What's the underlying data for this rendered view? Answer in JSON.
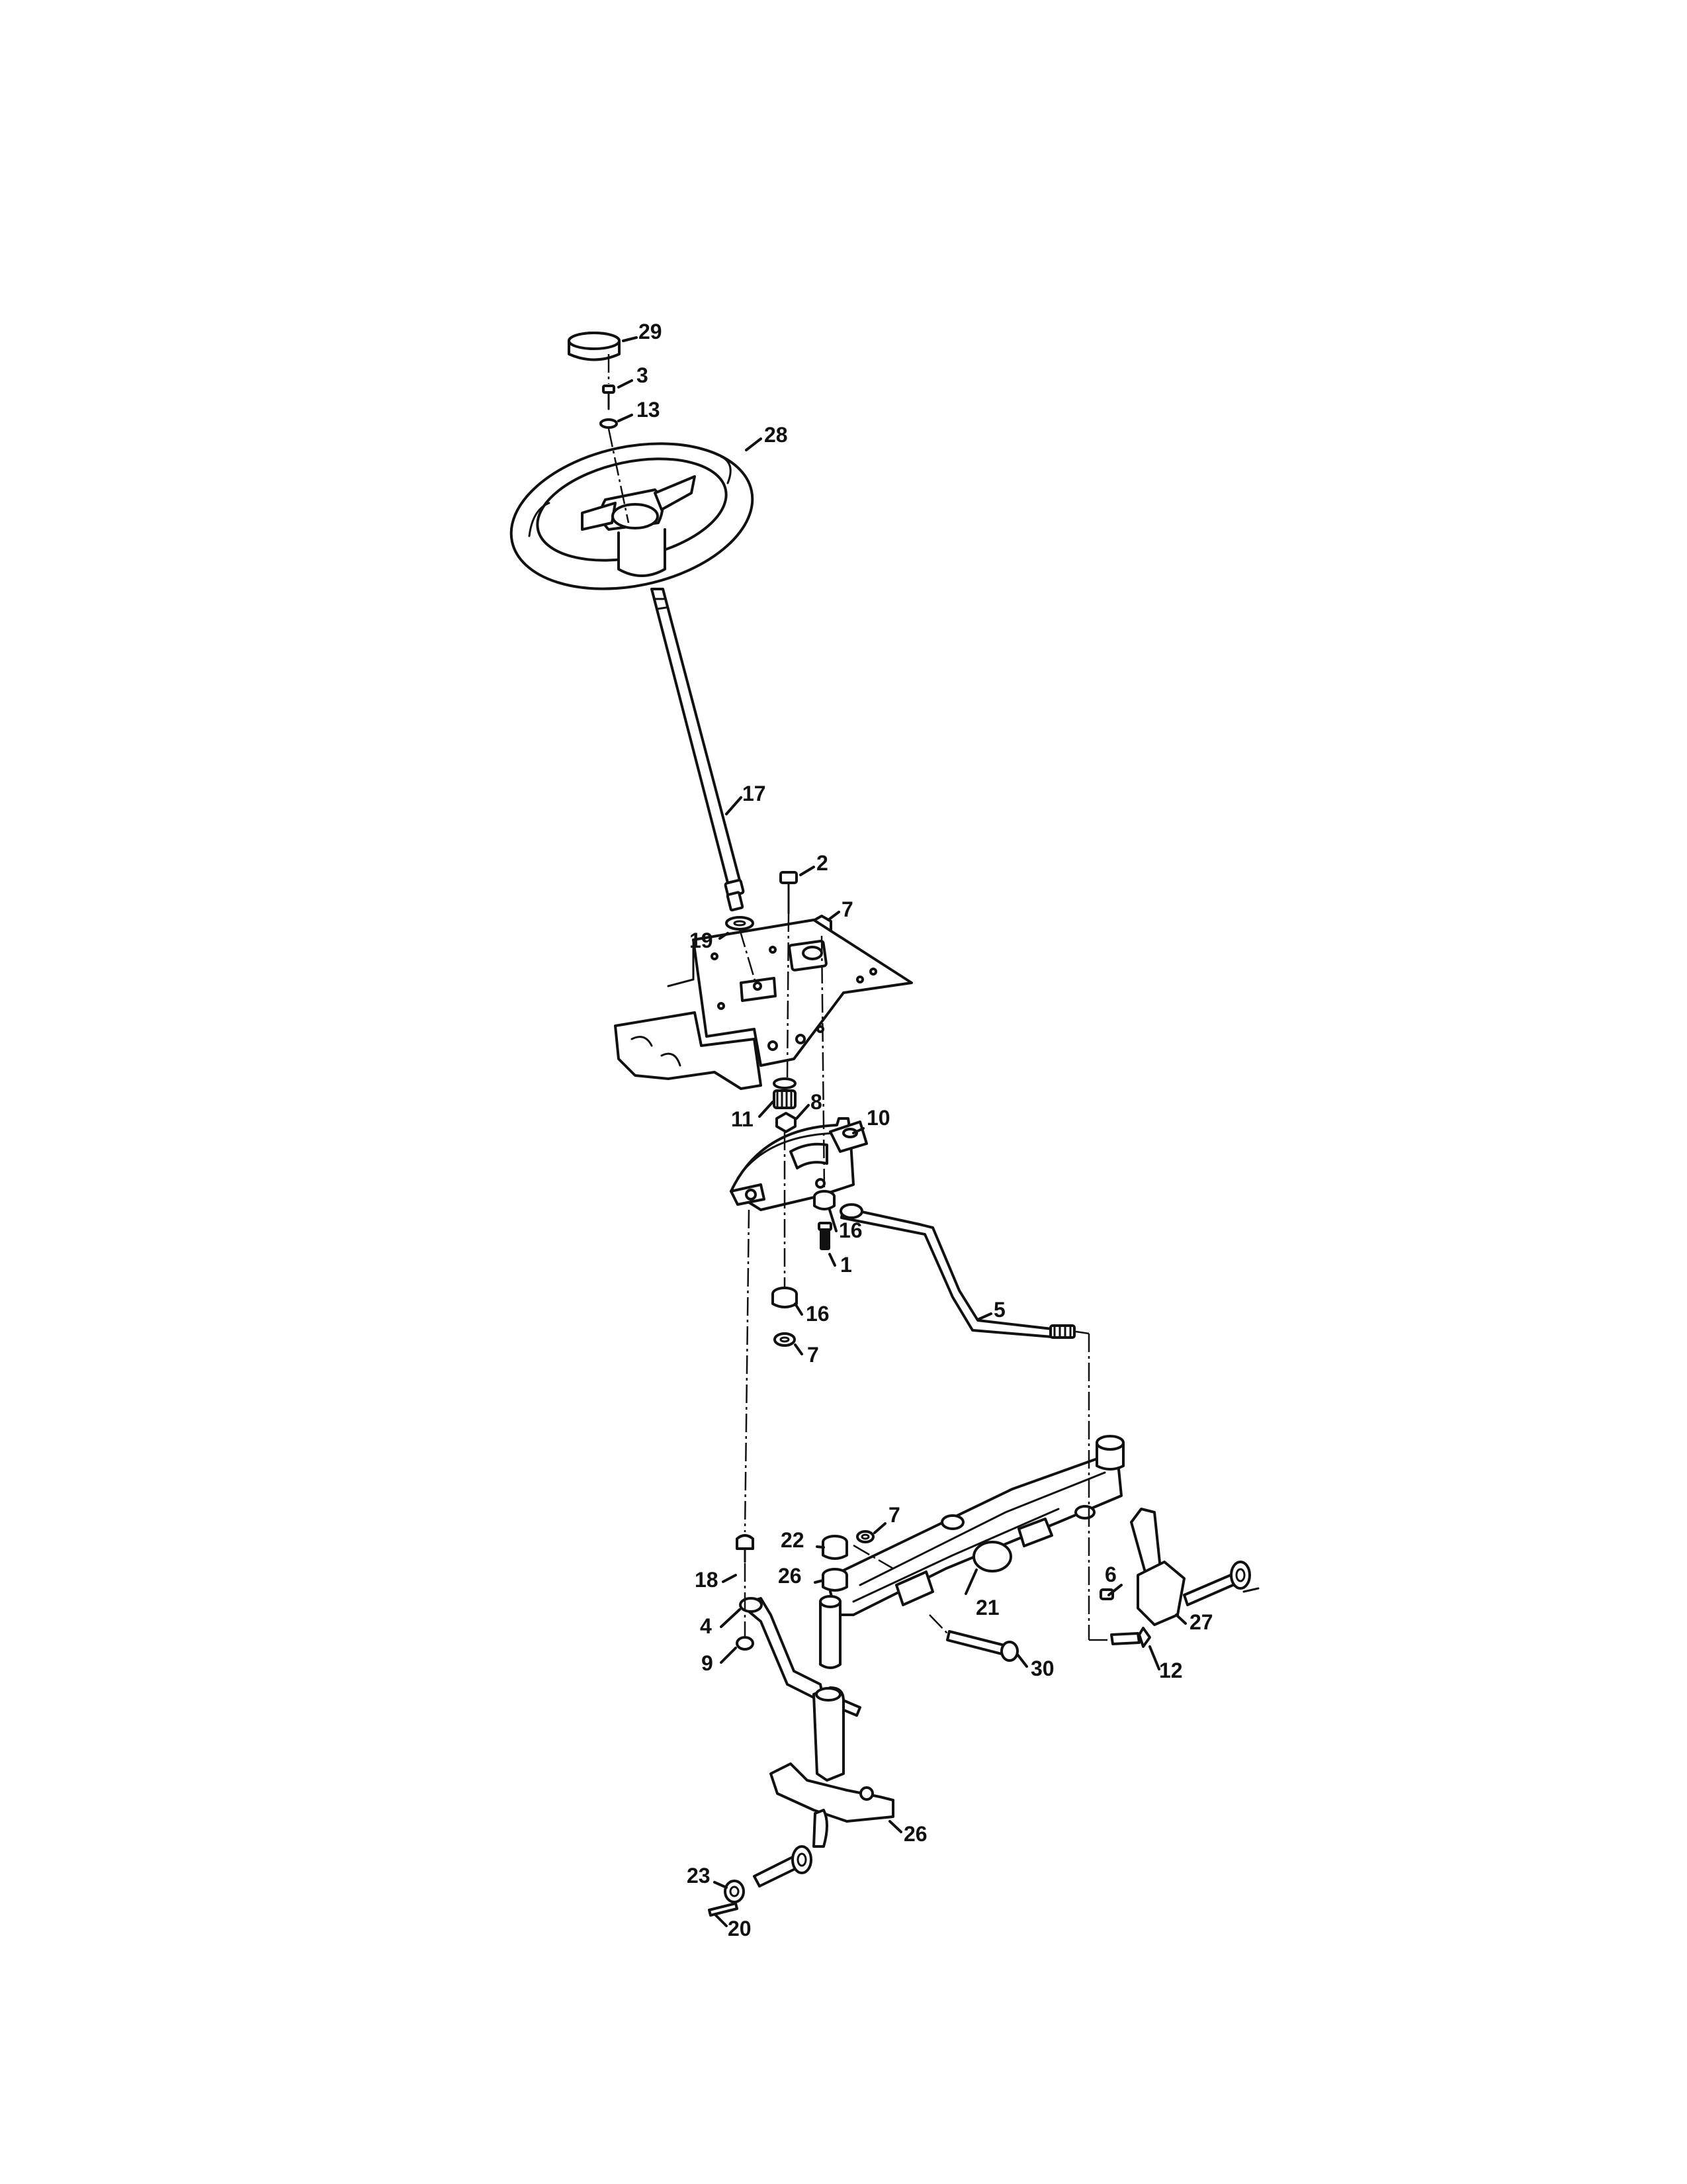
{
  "callouts": [
    {
      "id": "c29",
      "text": "29"
    },
    {
      "id": "c3",
      "text": "3"
    },
    {
      "id": "c13",
      "text": "13"
    },
    {
      "id": "c28",
      "text": "28"
    },
    {
      "id": "c17",
      "text": "17"
    },
    {
      "id": "c2",
      "text": "2"
    },
    {
      "id": "c7a",
      "text": "7"
    },
    {
      "id": "c19",
      "text": "19"
    },
    {
      "id": "c11",
      "text": "11"
    },
    {
      "id": "c8",
      "text": "8"
    },
    {
      "id": "c10",
      "text": "10"
    },
    {
      "id": "c16a",
      "text": "16"
    },
    {
      "id": "c1",
      "text": "1"
    },
    {
      "id": "c16b",
      "text": "16"
    },
    {
      "id": "c7b",
      "text": "7"
    },
    {
      "id": "c5",
      "text": "5"
    },
    {
      "id": "c22",
      "text": "22"
    },
    {
      "id": "c7c",
      "text": "7"
    },
    {
      "id": "c26a",
      "text": "26"
    },
    {
      "id": "c18",
      "text": "18"
    },
    {
      "id": "c21",
      "text": "21"
    },
    {
      "id": "c6",
      "text": "6"
    },
    {
      "id": "c27",
      "text": "27"
    },
    {
      "id": "c4",
      "text": "4"
    },
    {
      "id": "c9",
      "text": "9"
    },
    {
      "id": "c30",
      "text": "30"
    },
    {
      "id": "c12",
      "text": "12"
    },
    {
      "id": "c26b",
      "text": "26"
    },
    {
      "id": "c23",
      "text": "23"
    },
    {
      "id": "c20",
      "text": "20"
    }
  ]
}
